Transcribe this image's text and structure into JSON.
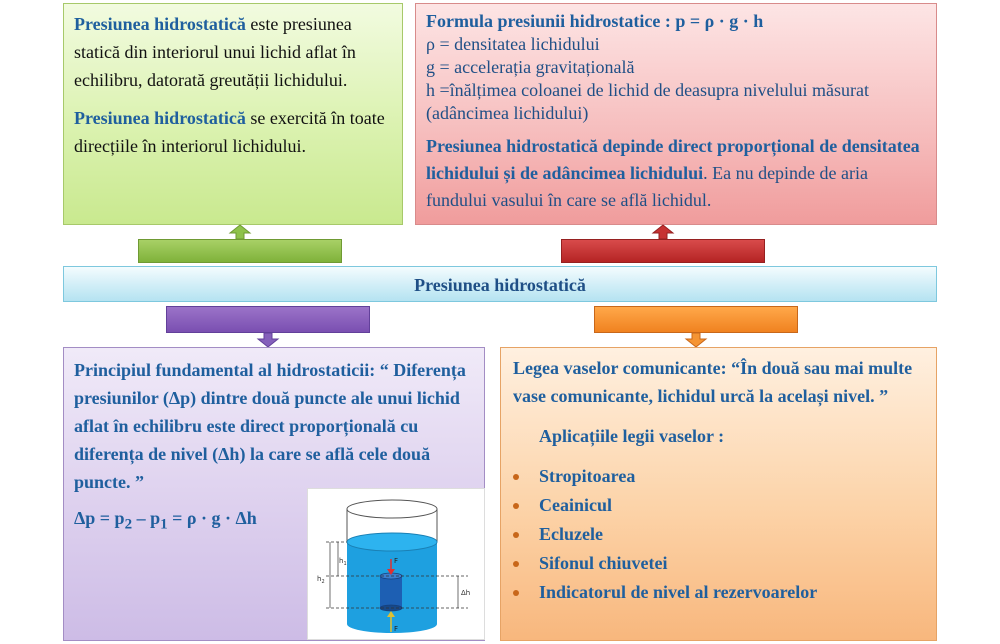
{
  "top_left": {
    "p1_bold": "Presiunea hidrostatică",
    "p1_rest": " este presiunea statică din interiorul unui lichid aflat în echilibru, datorată greutății lichidului.",
    "p2_bold": "Presiunea hidrostatică",
    "p2_rest": " se exercită în toate direcțiile în interiorul lichidului."
  },
  "top_right": {
    "formula_title": "Formula presiunii hidrostatice : p = ρ · g · h",
    "def_rho": "ρ = densitatea lichidului",
    "def_g": "g = accelerația gravitațională",
    "def_h": "h =înălțimea coloanei de lichid de deasupra nivelului măsurat (adâncimea lichidului)",
    "bold_statement": "Presiunea hidrostatică depinde direct proporțional de densitatea lichidului și de adâncimea lichidului",
    "normal_statement": ". Ea nu depinde de aria fundului vasului în care se află lichidul."
  },
  "center": {
    "title": "Presiunea hidrostatică"
  },
  "bottom_left": {
    "principle": "Principiul fundamental al hidrostaticii: “ Diferența presiunilor (Δp) dintre două puncte ale unui lichid aflat în echilibru este direct proporțională cu diferența de nivel (Δh) la care se află cele două puncte. ”",
    "formula_lhs": "Δp = p",
    "sub2": "2",
    "formula_mid": "  – p",
    "sub1": "1",
    "formula_rhs": " = ρ  · g · Δh",
    "figure": {
      "label_h1": "h",
      "label_h1_sub": "1",
      "label_h2": "h",
      "label_h2_sub": "2",
      "label_dh": "Δh",
      "label_f": "F",
      "colors": {
        "liquid": "#1ea0e0",
        "column": "#1d5fb3"
      }
    }
  },
  "bottom_right": {
    "law": "Legea vaselor comunicante: “În două sau mai multe vase comunicante, lichidul urcă la același nivel. ”",
    "apps_title": "Aplicațiile legii vaselor :",
    "apps": [
      "Stropitoarea",
      "Ceainicul",
      "Ecluzele",
      "Sifonul chiuvetei",
      "Indicatorul de nivel al rezervoarelor"
    ]
  }
}
